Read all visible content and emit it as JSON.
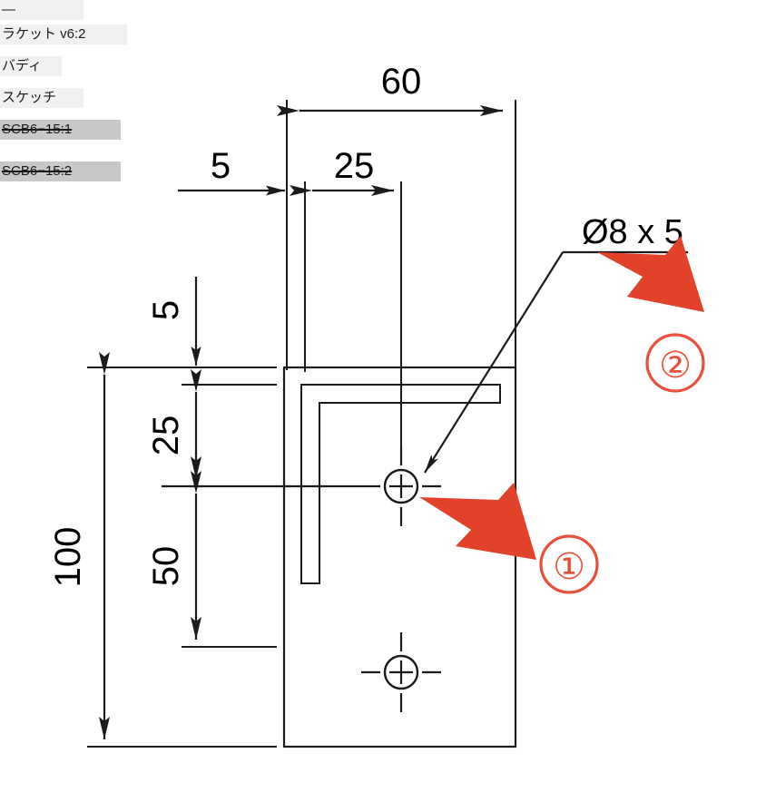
{
  "app": {
    "kind": "cad-sketch-view",
    "background": "#ffffff"
  },
  "sidebar": {
    "items": [
      {
        "label": "—",
        "state": "selected-light",
        "struck": false
      },
      {
        "label": "ラケット v6:2",
        "state": "selected-light",
        "struck": false
      },
      {
        "label": "バディ",
        "state": "selected-light",
        "struck": false
      },
      {
        "label": "スケッチ",
        "state": "selected-light",
        "struck": false
      },
      {
        "label": "SCB6−15:1",
        "state": "selected-dark",
        "struck": true
      },
      {
        "label": "SCB6−15:2",
        "state": "selected-dark",
        "struck": true
      }
    ]
  },
  "drawing": {
    "title": "L-bracket sketch with hole callouts",
    "horizontal_dimensions": [
      {
        "name": "overall-width",
        "value": "60"
      },
      {
        "name": "edge-offset",
        "value": "5"
      },
      {
        "name": "hole-x-offset",
        "value": "25"
      }
    ],
    "vertical_dimensions": [
      {
        "name": "top-offset",
        "value": "5"
      },
      {
        "name": "upper-hole-offset",
        "value": "25"
      },
      {
        "name": "hole-spacing",
        "value": "50"
      },
      {
        "name": "overall-height",
        "value": "100"
      }
    ],
    "callouts": [
      {
        "name": "hole-callout",
        "text": "Ø8 x 5"
      }
    ],
    "annotations": [
      {
        "name": "marker-1",
        "label": "①",
        "target": "upper-hole"
      },
      {
        "name": "marker-2",
        "label": "②",
        "target": "hole-callout-text"
      }
    ],
    "colors": {
      "line": "#1b1b1b",
      "annotation_red": "#e2412a",
      "marker_red": "#e8503c",
      "sidebar_selected_light": "#f1f1f1",
      "sidebar_selected_dark": "#c8c8c8"
    }
  }
}
